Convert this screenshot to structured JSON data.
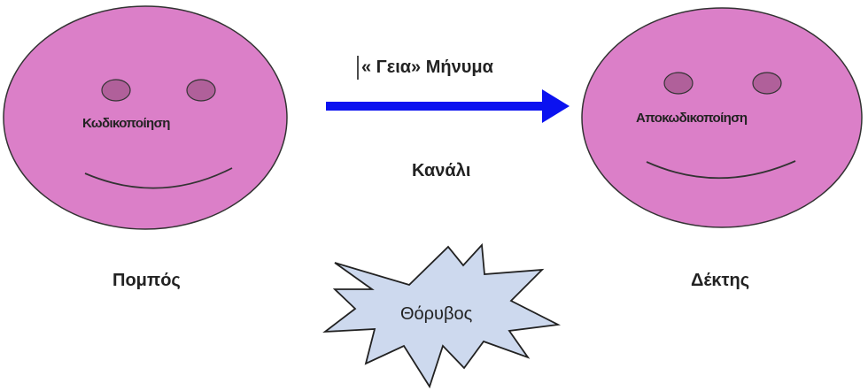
{
  "sender": {
    "face_label": "Κωδικοποίηση",
    "caption": "Πομπός"
  },
  "receiver": {
    "face_label": "Αποκωδικοποίηση",
    "caption": "Δέκτης"
  },
  "message": {
    "label": "« Γεια» Μήνυμα"
  },
  "channel": {
    "label": "Κανάλι"
  },
  "noise": {
    "label": "Θόρυβος"
  },
  "colors": {
    "face_fill": "#db7fc8",
    "face_stroke": "#333333",
    "eye_fill": "#b0609a",
    "arrow": "#0b12f0",
    "noise_fill": "#cdd9ee",
    "noise_stroke": "#222222"
  }
}
